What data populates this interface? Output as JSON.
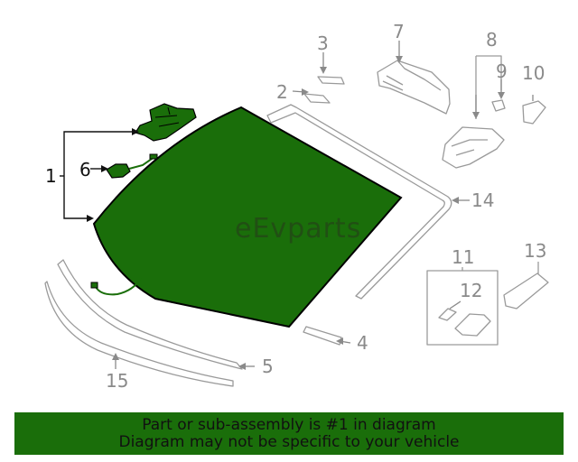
{
  "colors": {
    "highlight_fill": "#1a6e0a",
    "highlight_stroke": "#000000",
    "part_stroke": "#9a9a9a",
    "banner_bg": "#1a6e0a",
    "banner_text": "#111111"
  },
  "watermark": "eEvparts",
  "callouts": [
    {
      "id": "1",
      "label": "1"
    },
    {
      "id": "2",
      "label": "2"
    },
    {
      "id": "3",
      "label": "3"
    },
    {
      "id": "4",
      "label": "4"
    },
    {
      "id": "5",
      "label": "5"
    },
    {
      "id": "6",
      "label": "6"
    },
    {
      "id": "7",
      "label": "7"
    },
    {
      "id": "8",
      "label": "8"
    },
    {
      "id": "9",
      "label": "9"
    },
    {
      "id": "10",
      "label": "10"
    },
    {
      "id": "11",
      "label": "11"
    },
    {
      "id": "12",
      "label": "12"
    },
    {
      "id": "13",
      "label": "13"
    },
    {
      "id": "14",
      "label": "14"
    },
    {
      "id": "15",
      "label": "15"
    }
  ],
  "banner": {
    "line1": "Part or sub-assembly is #1 in diagram",
    "line2": "Diagram may not be specific to your vehicle"
  }
}
